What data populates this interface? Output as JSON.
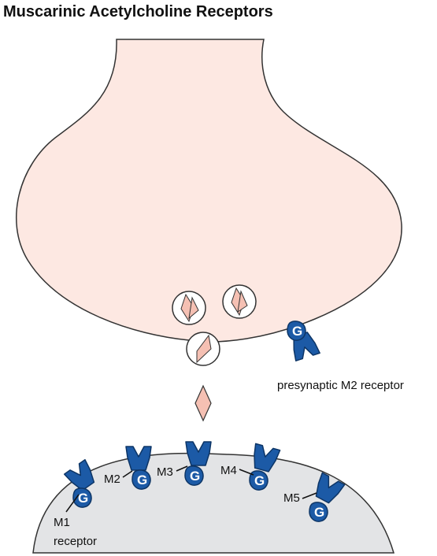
{
  "title": "Muscarinic Acetylcholine Receptors",
  "colors": {
    "presynaptic_fill": "#fde8e2",
    "postsynaptic_fill": "#e3e4e6",
    "receptor_fill": "#1c5aa6",
    "neurotransmitter_fill": "#f5c0b3",
    "outline": "#333333"
  },
  "labels": {
    "presynaptic_receptor": "presynaptic M2 receptor",
    "m1": "M1",
    "m1_sub": "receptor",
    "m2": "M2",
    "m3": "M3",
    "m4": "M4",
    "m5": "M5"
  },
  "g_protein_letter": "G"
}
